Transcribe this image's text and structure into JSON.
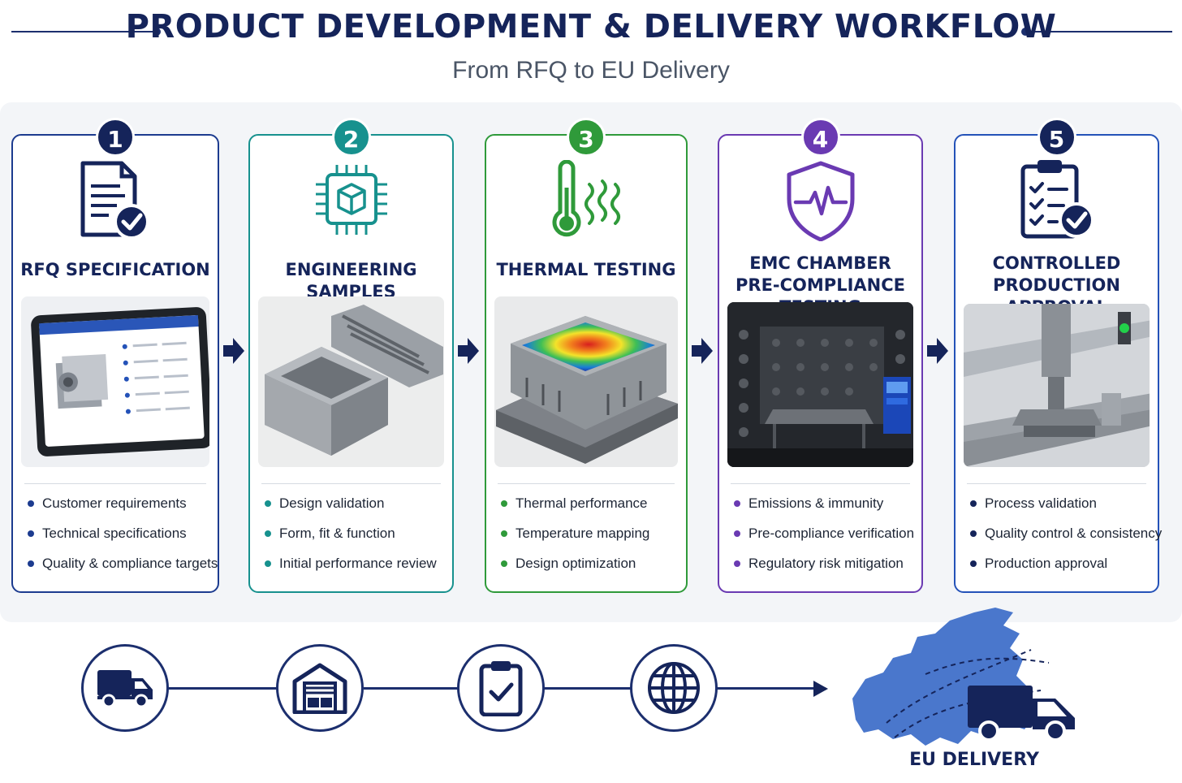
{
  "header": {
    "title": "PRODUCT DEVELOPMENT & DELIVERY WORKFLOW",
    "subtitle": "From RFQ to EU Delivery"
  },
  "colors": {
    "navy": "#15245a",
    "step1": "#1c3b8f",
    "step2": "#17918e",
    "step3": "#2f9a3a",
    "step4": "#6a3ab2",
    "step5": "#2452b8"
  },
  "steps": [
    {
      "number": "1",
      "icon": "document-check-icon",
      "title_lines": [
        "RFQ SPECIFICATION"
      ],
      "bullets": [
        "Customer requirements",
        "Technical specifications",
        "Quality & compliance targets"
      ]
    },
    {
      "number": "2",
      "icon": "chip-cube-icon",
      "title_lines": [
        "ENGINEERING SAMPLES"
      ],
      "bullets": [
        "Design validation",
        "Form, fit & function",
        "Initial performance review"
      ]
    },
    {
      "number": "3",
      "icon": "thermometer-heat-icon",
      "title_lines": [
        "THERMAL TESTING"
      ],
      "bullets": [
        "Thermal performance",
        "Temperature mapping",
        "Design optimization"
      ]
    },
    {
      "number": "4",
      "icon": "shield-pulse-icon",
      "title_lines": [
        "EMC CHAMBER",
        "PRE-COMPLIANCE TESTING"
      ],
      "bullets": [
        "Emissions & immunity",
        "Pre-compliance verification",
        "Regulatory risk mitigation"
      ]
    },
    {
      "number": "5",
      "icon": "clipboard-check-icon",
      "title_lines": [
        "CONTROLLED",
        "PRODUCTION APPROVAL"
      ],
      "bullets": [
        "Process validation",
        "Quality control & consistency",
        "Production approval"
      ]
    }
  ],
  "delivery": {
    "icons": [
      "truck-icon",
      "warehouse-icon",
      "clipboard-check-icon",
      "globe-icon"
    ],
    "final_label": "EU DELIVERY"
  }
}
